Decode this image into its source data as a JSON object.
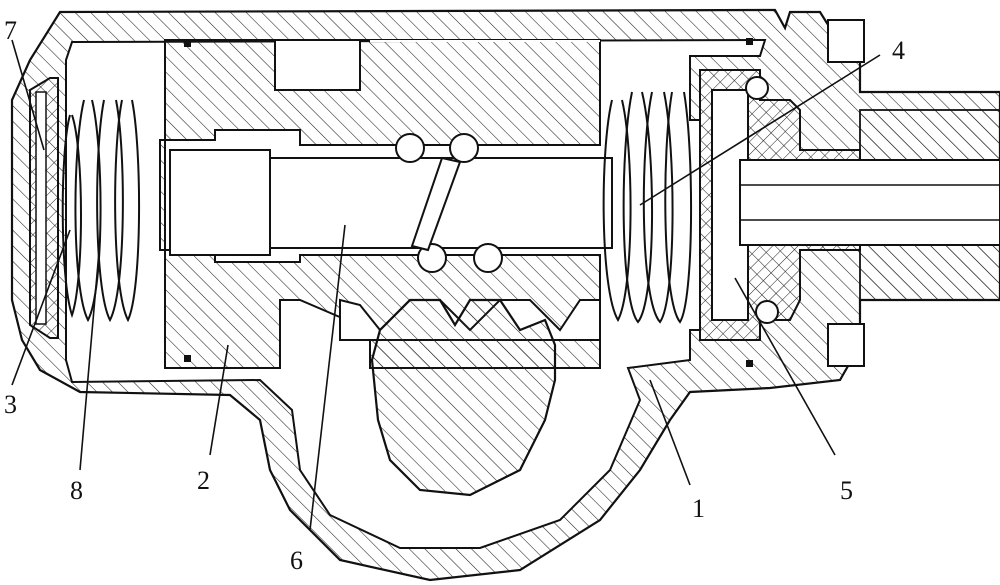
{
  "diagram": {
    "callouts": [
      {
        "id": "7",
        "text": "7"
      },
      {
        "id": "4",
        "text": "4"
      },
      {
        "id": "3",
        "text": "3"
      },
      {
        "id": "8",
        "text": "8"
      },
      {
        "id": "2",
        "text": "2"
      },
      {
        "id": "1",
        "text": "1"
      },
      {
        "id": "5",
        "text": "5"
      },
      {
        "id": "6",
        "text": "6"
      }
    ]
  },
  "colors": {
    "stroke": "#111111",
    "hatch": "#222222",
    "background": "#ffffff"
  }
}
